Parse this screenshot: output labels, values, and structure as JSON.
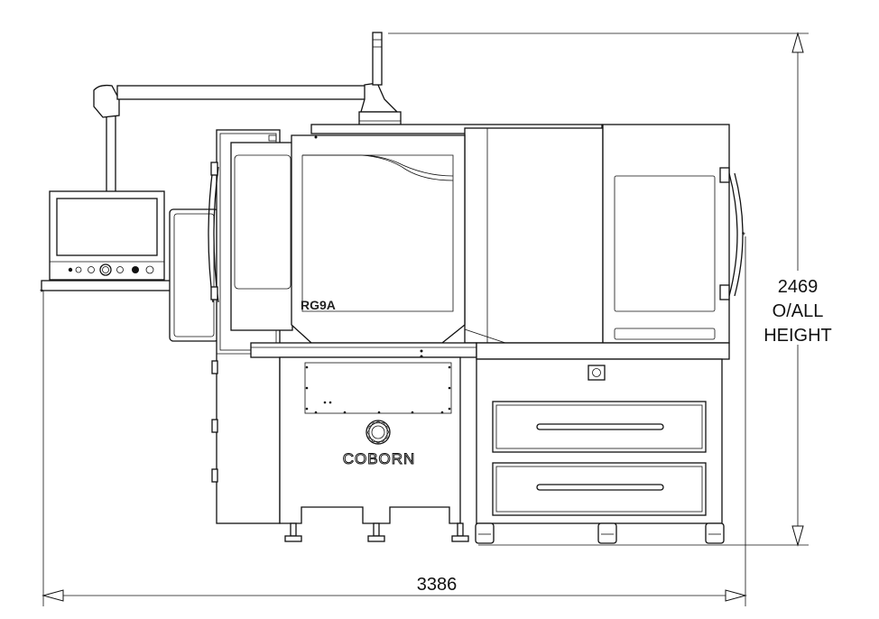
{
  "drawing": {
    "model_label": "RG9A",
    "brand_label": "COBORN",
    "dimensions": {
      "overall_height": {
        "value": "2469",
        "line2": "O/ALL",
        "line3": "HEIGHT"
      },
      "overall_width": {
        "value": "3386"
      }
    },
    "units": "mm",
    "line_color": "#111111",
    "background_color": "#ffffff"
  }
}
